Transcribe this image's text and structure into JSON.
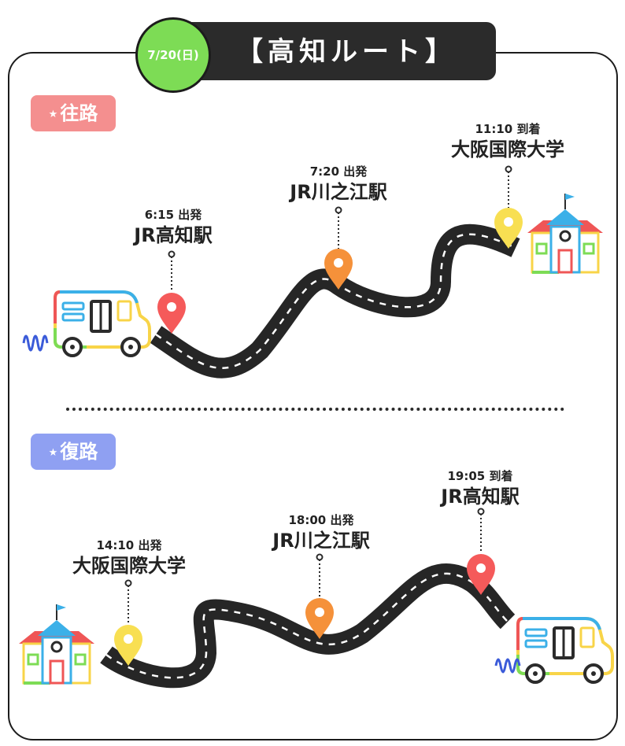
{
  "header": {
    "date": "7/20(日)",
    "title": "【高知ルート】"
  },
  "outbound": {
    "label": "往路",
    "stops": [
      {
        "time": "6:15 出発",
        "name": "JR高知駅",
        "color": "#f55a5a"
      },
      {
        "time": "7:20 出発",
        "name": "JR川之江駅",
        "color": "#f5913a"
      },
      {
        "time": "11:10 到着",
        "name": "大阪国際大学",
        "color": "#f8df52"
      }
    ]
  },
  "return": {
    "label": "復路",
    "stops": [
      {
        "time": "14:10 出発",
        "name": "大阪国際大学",
        "color": "#f8df52"
      },
      {
        "time": "18:00 出発",
        "name": "JR川之江駅",
        "color": "#f5913a"
      },
      {
        "time": "19:05 到着",
        "name": "JR高知駅",
        "color": "#f55a5a"
      }
    ]
  },
  "colors": {
    "road": "#262626",
    "accent_green": "#7ddc55",
    "outbound_badge": "#f48f8f",
    "return_badge": "#8fa0f2"
  }
}
